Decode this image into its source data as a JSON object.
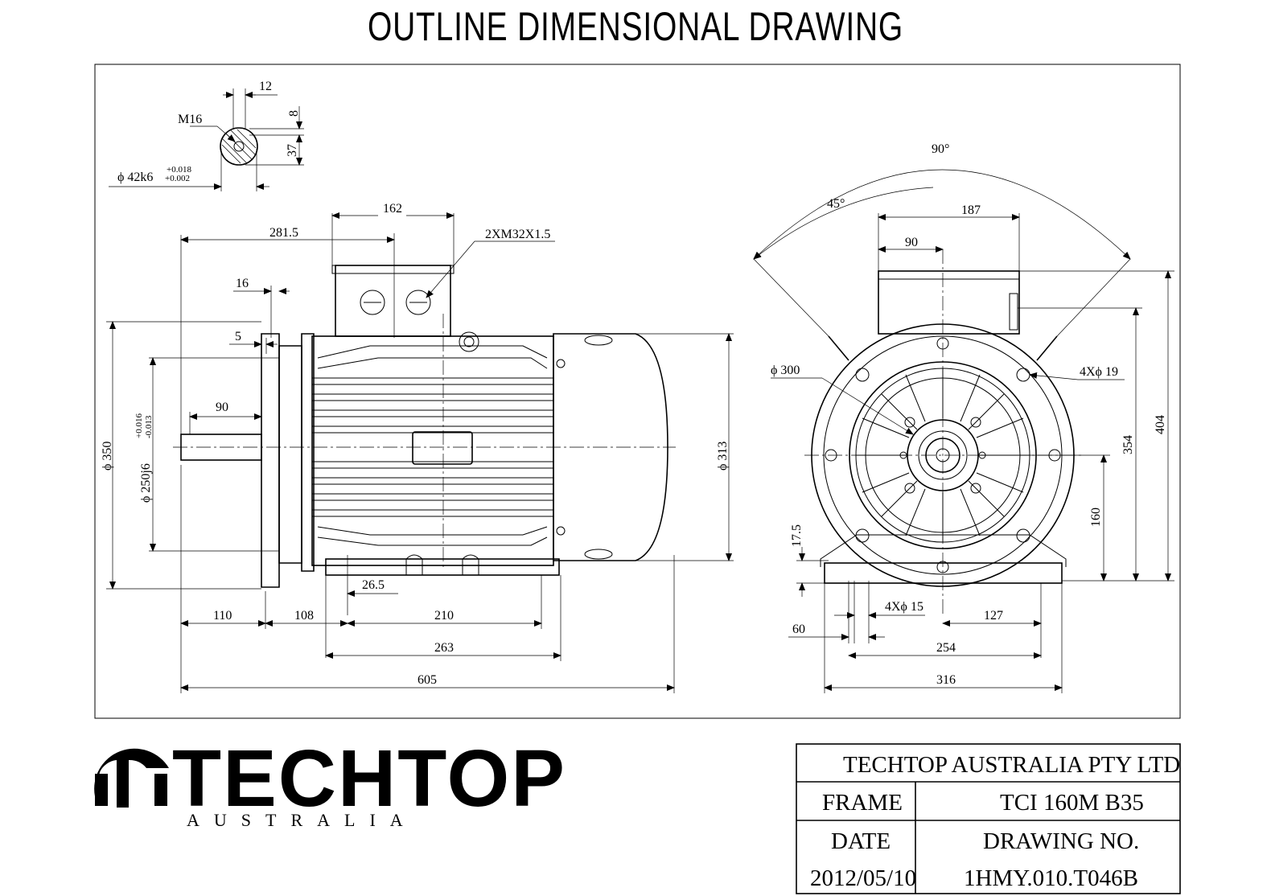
{
  "title": "OUTLINE DIMENSIONAL DRAWING",
  "shaft_detail": {
    "key_width": "12",
    "key_depth": "8",
    "height_to_key": "37",
    "thread": "M16",
    "shaft_dia": "ϕ 42k6",
    "tol_upper": "+0.018",
    "tol_lower": "+0.002"
  },
  "side_view": {
    "terminal_box_width": "162",
    "box_position": "281.5",
    "cable_entries": "2XM32X1.5",
    "flange_thickness": "16",
    "spigot": "5",
    "shaft_length": "90",
    "flange_dia": "ϕ 350",
    "spigot_dia": "ϕ 250j6",
    "spigot_tol_upper": "+0.016",
    "spigot_tol_lower": "-0.013",
    "body_dia": "ϕ 313",
    "foot_offset": "26.5",
    "dim_110": "110",
    "dim_108": "108",
    "dim_210": "210",
    "dim_263": "263",
    "overall_length": "605"
  },
  "end_view": {
    "angle_90": "90°",
    "angle_45": "45°",
    "box_width": "187",
    "box_offset": "90",
    "pcd": "ϕ 300",
    "flange_holes": "4Xϕ 19",
    "total_height": "404",
    "height_354": "354",
    "shaft_height": "160",
    "foot_thickness": "17.5",
    "foot_holes": "4Xϕ 15",
    "dim_127": "127",
    "dim_60": "60",
    "dim_254": "254",
    "dim_316": "316"
  },
  "logo": {
    "word": "TECHTOP",
    "sub": "AUSTRALIA"
  },
  "title_block": {
    "company": "TECHTOP AUSTRALIA PTY LTD",
    "frame_label": "FRAME",
    "frame_value": "TCI 160M B35",
    "date_label": "DATE",
    "drawing_no_label": "DRAWING NO.",
    "date_value": "2012/05/10",
    "drawing_no_value": "1HMY.010.T046B"
  }
}
